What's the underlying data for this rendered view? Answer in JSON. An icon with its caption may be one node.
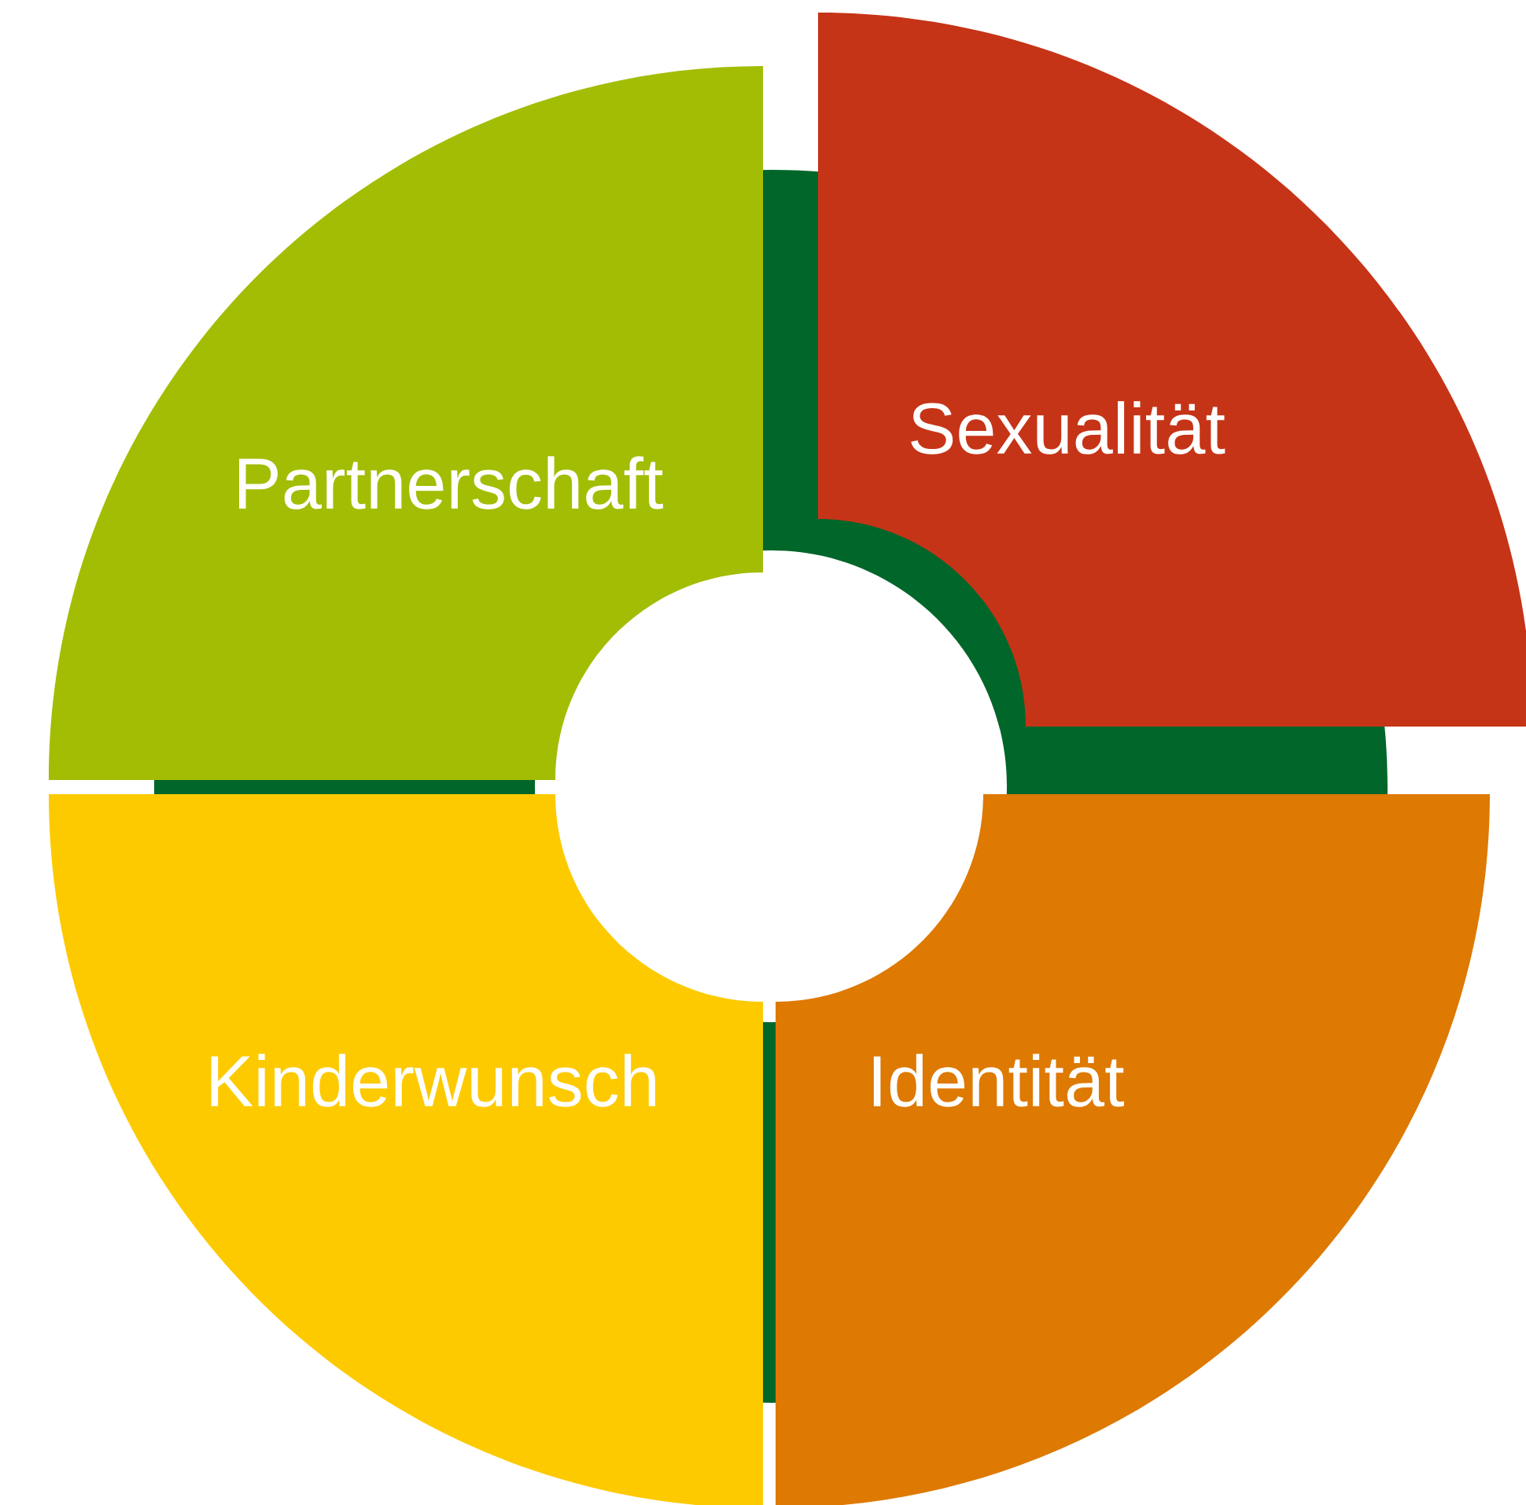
{
  "diagram": {
    "nodes": [
      {
        "text": [
          "Partnerschaft"
        ]
      },
      {
        "text": [
          "Sexualität"
        ]
      },
      {
        "text": [
          "Kinderwunsch"
        ]
      },
      {
        "text": [
          "Identität"
        ]
      }
    ]
  }
}
